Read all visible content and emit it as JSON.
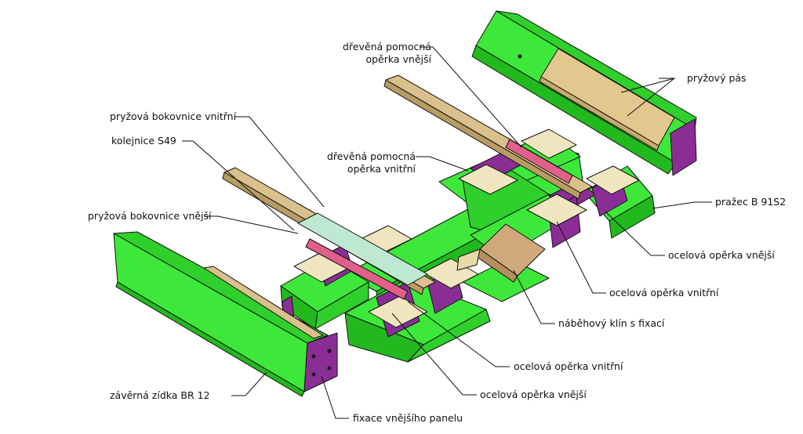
{
  "colors": {
    "panel_green": "#3ee83a",
    "panel_green_dark": "#22b91f",
    "steel_purple": "#8a2e96",
    "rail_tan": "#d9c08c",
    "rubber_pink": "#e0608a",
    "rubber_cyan": "#bfe8d2",
    "wedge_tan": "#cfa97a",
    "pad_cream": "#efe5bf",
    "line": "#111111"
  },
  "labels": {
    "drevena_vnejsi_line1": "dřevěná pomocná",
    "drevena_vnejsi_line2": "opěrka vnější",
    "pryzovy_pas": "pryžový pás",
    "pryzova_bokovnice_vnitrni": "pryžová bokovnice vnitřní",
    "kolejnice": "kolejnice S49",
    "drevena_vnitrni_line1": "dřevěná pomocná",
    "drevena_vnitrni_line2": "opěrka vnitřní",
    "prazec": "pražec B 91S2",
    "pryzova_bokovnice_vnejsi": "pryžová bokovnice vnější",
    "ocelova_vnejsi_right": "ocelová opěrka vnější",
    "ocelova_vnitrni_right": "ocelová opěrka vnitřní",
    "nabehovy_klin": "náběhový klín s fixací",
    "ocelova_vnitrni_bottom": "ocelová opěrka vnitřní",
    "ocelova_vnejsi_bottom": "ocelová opěrka vnější",
    "zaverna_zidka": "závěrná zídka BR 12",
    "fixace_panelu": "fixace vnějšího panelu"
  }
}
